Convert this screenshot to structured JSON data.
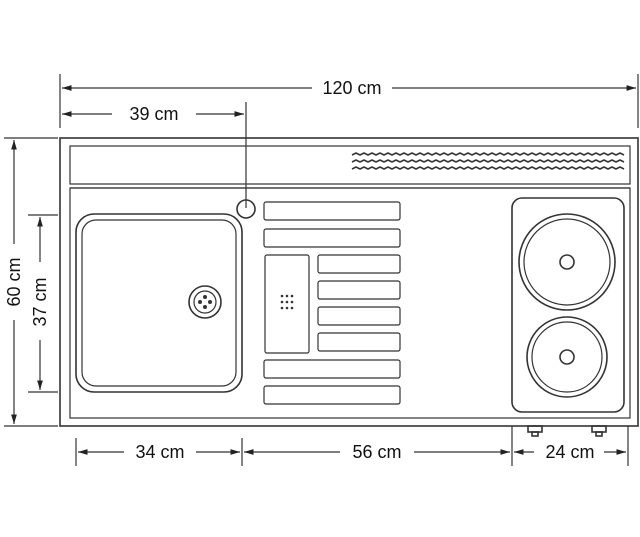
{
  "dimensions": {
    "total_width": "120 cm",
    "sink_center_offset": "39 cm",
    "total_depth": "60 cm",
    "sink_depth": "37 cm",
    "sink_width": "34 cm",
    "drainboard_width": "56 cm",
    "cooktop_width": "24 cm"
  }
}
